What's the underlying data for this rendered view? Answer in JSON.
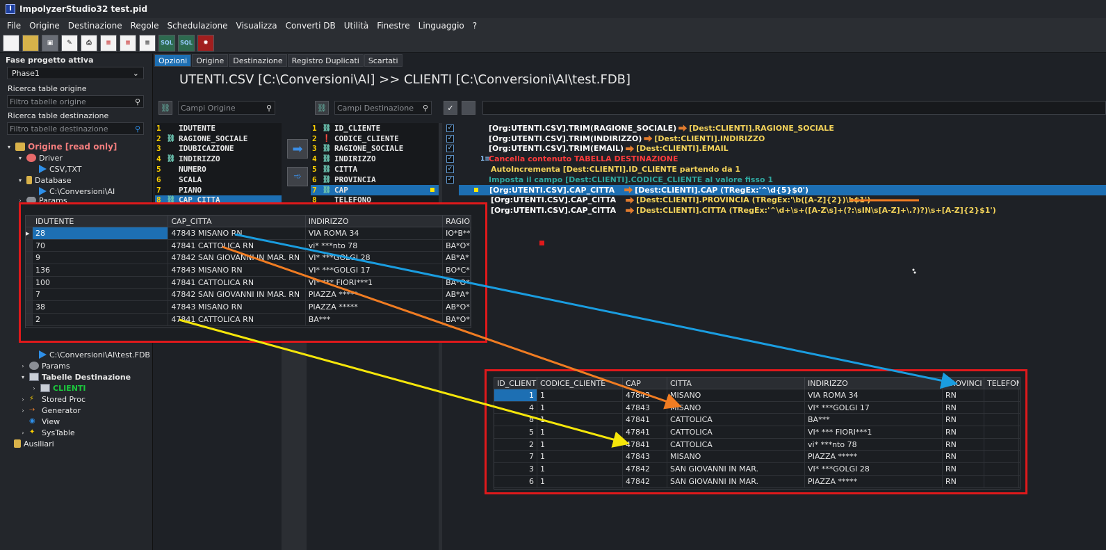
{
  "window": {
    "title": "ImpolyzerStudio32 test.pid"
  },
  "menu": [
    "File",
    "Origine",
    "Destinazione",
    "Regole",
    "Schedulazione",
    "Visualizza",
    "Converti DB",
    "Utilità",
    "Finestre",
    "Linguaggio",
    "?"
  ],
  "toolbar": {
    "icons": [
      "new-file-icon",
      "open-folder-icon",
      "save-icon",
      "edit-icon",
      "print-icon",
      "report-icon",
      "report-icon",
      "document-icon",
      "sql-icon",
      "sql-icon",
      "bomb-icon"
    ],
    "sql_label": "SQL"
  },
  "left": {
    "phase_label": "Fase progetto attiva",
    "phase_value": "Phase1",
    "search_origin_label": "Ricerca table origine",
    "search_origin_placeholder": "Filtro tabelle origine",
    "search_dest_label": "Ricerca table destinazione",
    "search_dest_placeholder": "Filtro tabelle destinazione",
    "tree_top": [
      {
        "label": "Origine [read only]"
      },
      {
        "label": "Driver"
      },
      {
        "label": "CSV,TXT"
      },
      {
        "label": "Database"
      },
      {
        "label": "C:\\Conversioni\\AI"
      },
      {
        "label": "Params"
      }
    ],
    "tree_bottom": [
      {
        "label": "C:\\Conversioni\\AI\\test.FDB"
      },
      {
        "label": "Params"
      },
      {
        "label": "Tabelle Destinazione"
      },
      {
        "label": "CLIENTI"
      },
      {
        "label": "Stored Proc"
      },
      {
        "label": "Generator"
      },
      {
        "label": "View"
      },
      {
        "label": "SysTable"
      },
      {
        "label": "Ausiliari"
      }
    ]
  },
  "tabs": [
    "Opzioni",
    "Origine",
    "Destinazione",
    "Registro Duplicati",
    "Scartati"
  ],
  "header": {
    "title": "UTENTI.CSV [C:\\Conversioni\\AI] >> CLIENTI [C:\\Conversioni\\AI\\test.FDB]"
  },
  "origin_fields": {
    "search_placeholder": "Campi Origine",
    "items": [
      {
        "num": "1",
        "name": "IDUTENTE"
      },
      {
        "num": "2",
        "name": "RAGIONE_SOCIALE"
      },
      {
        "num": "3",
        "name": "IDUBICAZIONE"
      },
      {
        "num": "4",
        "name": "INDIRIZZO"
      },
      {
        "num": "5",
        "name": "NUMERO"
      },
      {
        "num": "6",
        "name": "SCALA"
      },
      {
        "num": "7",
        "name": "PIANO"
      },
      {
        "num": "8",
        "name": "CAP_CITTA"
      }
    ]
  },
  "dest_fields": {
    "search_placeholder": "Campi Destinazione",
    "items": [
      {
        "num": "1",
        "name": "ID_CLIENTE"
      },
      {
        "num": "2",
        "name": "CODICE_CLIENTE"
      },
      {
        "num": "3",
        "name": "RAGIONE_SOCIALE"
      },
      {
        "num": "4",
        "name": "INDIRIZZO"
      },
      {
        "num": "5",
        "name": "CITTA"
      },
      {
        "num": "6",
        "name": "PROVINCIA"
      },
      {
        "num": "7",
        "name": "CAP"
      },
      {
        "num": "8",
        "name": "TELEFONO"
      }
    ]
  },
  "rules": [
    {
      "text": "[Org:UTENTI.CSV].TRIM(RAGIONE_SOCIALE)",
      "dest": "[Dest:CLIENTI].RAGIONE_SOCIALE",
      "color": "#ffffff"
    },
    {
      "text": "[Org:UTENTI.CSV].TRIM(INDIRIZZO)",
      "dest": "[Dest:CLIENTI].INDIRIZZO",
      "color": "#ffffff"
    },
    {
      "text": "[Org:UTENTI.CSV].TRIM(EMAIL)",
      "dest": "[Dest:CLIENTI].EMAIL",
      "color": "#ffffff"
    },
    {
      "text": "Cancella contenuto TABELLA DESTINAZIONE",
      "dest": "",
      "color": "#ff3b3b"
    },
    {
      "text": "AutoIncrementa [Dest:CLIENTI].ID_CLIENTE partendo da 1",
      "dest": "",
      "color": "#f3d35a"
    },
    {
      "text": "Imposta il campo  [Dest:CLIENTI].CODICE_CLIENTE al valore fisso 1",
      "dest": "",
      "color": "#2fa7a0"
    },
    {
      "text": "[Org:UTENTI.CSV].CAP_CITTA",
      "dest": "[Dest:CLIENTI].CAP (TRegEx:'^\\d{5}$0')",
      "color": "#ffffff"
    },
    {
      "text": "[Org:UTENTI.CSV].CAP_CITTA",
      "dest": "[Dest:CLIENTI].PROVINCIA (TRegEx:'\\b([A-Z]{2})\\b$1')",
      "color": "#ffffff"
    },
    {
      "text": "[Org:UTENTI.CSV].CAP_CITTA",
      "dest": "[Dest:CLIENTI].CITTA (TRegEx:'^\\d+\\s+([A-Z\\s]+(?:\\sIN\\s[A-Z]+\\.?)?)\\s+[A-Z]{2}$1')",
      "color": "#ffffff"
    }
  ],
  "src_grid": {
    "headers": [
      "IDUTENTE",
      "CAP_CITTA",
      "INDIRIZZO",
      "RAGION"
    ],
    "rows": [
      [
        "28",
        "47843 MISANO RN",
        "VIA ROMA 34",
        "IO*B**"
      ],
      [
        "70",
        "47841 CATTOLICA RN",
        "vi* ***nto 78",
        "BA*O*"
      ],
      [
        "9",
        "47842 SAN GIOVANNI IN MAR. RN",
        "VI* ***GOLGI 28",
        "AB*A*"
      ],
      [
        "136",
        "47843 MISANO RN",
        "VI* ***GOLGI 17",
        "BO*C*"
      ],
      [
        "100",
        "47841 CATTOLICA RN",
        "VI* *** FIORI***1",
        "BA*O*"
      ],
      [
        "7",
        "47842 SAN GIOVANNI IN MAR. RN",
        "PIAZZA *****",
        "AB*A*"
      ],
      [
        "38",
        "47843 MISANO RN",
        "PIAZZA *****",
        "AB*O*"
      ],
      [
        "2",
        "47841 CATTOLICA RN",
        "BA***",
        "BA*O*"
      ]
    ]
  },
  "dst_grid": {
    "headers": [
      "ID_CLIENT",
      "CODICE_CLIENTE",
      "CAP",
      "CITTA",
      "INDIRIZZO",
      "PROVINCI",
      "TELEFON"
    ],
    "rows": [
      [
        "1",
        "1",
        "47843",
        "MISANO",
        "VIA ROMA 34",
        "RN",
        ""
      ],
      [
        "4",
        "1",
        "47843",
        "MISANO",
        "VI* ***GOLGI 17",
        "RN",
        ""
      ],
      [
        "8",
        "1",
        "47841",
        "CATTOLICA",
        "BA***",
        "RN",
        ""
      ],
      [
        "5",
        "1",
        "47841",
        "CATTOLICA",
        "VI* *** FIORI***1",
        "RN",
        ""
      ],
      [
        "2",
        "1",
        "47841",
        "CATTOLICA",
        "vi* ***nto 78",
        "RN",
        ""
      ],
      [
        "7",
        "1",
        "47843",
        "MISANO",
        "PIAZZA *****",
        "RN",
        ""
      ],
      [
        "3",
        "1",
        "47842",
        "SAN GIOVANNI IN MAR.",
        "VI* ***GOLGI 28",
        "RN",
        ""
      ],
      [
        "6",
        "1",
        "47842",
        "SAN GIOVANNI IN MAR.",
        "PIAZZA *****",
        "RN",
        ""
      ]
    ]
  },
  "colors": {
    "accent": "#1d6fb3",
    "frame": "#e0191b",
    "arrow_blue": "#1a9de0",
    "arrow_orange": "#f07c22",
    "arrow_yellow": "#f5e60a"
  }
}
